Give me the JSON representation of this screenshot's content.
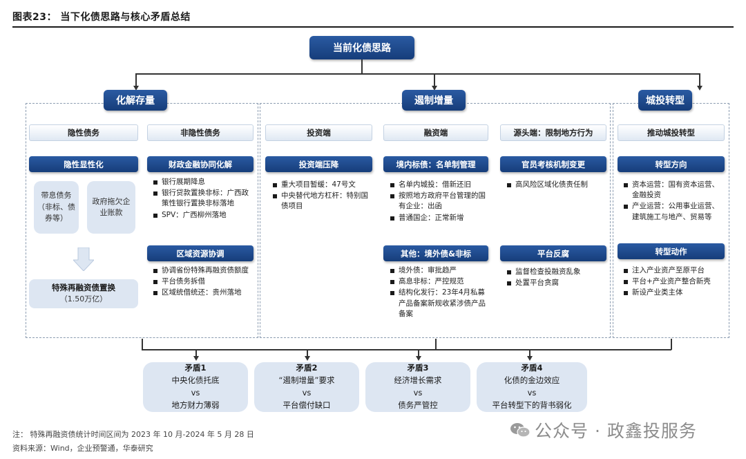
{
  "figure": {
    "title": "图表23：  当下化债思路与核心矛盾总结",
    "note": "注：  特殊再融资债统计时间区间为 2023 年 10 月-2024 年 5 月 28 日",
    "source": "资料来源：Wind，企业预警通，华泰研究",
    "watermark": "公众号 · 政鑫投服务"
  },
  "root": {
    "label": "当前化债思路"
  },
  "branches": {
    "resolve": {
      "label": "化解存量",
      "hidden": {
        "header": "隐性债务",
        "bar": "隐性显性化",
        "item1": "带息债务（非标、债券等）",
        "item2": "政府拖欠企业账款",
        "result_title": "特殊再融资债置换",
        "result_sub": "（1.50万亿）"
      },
      "nonhidden": {
        "header": "非隐性债务",
        "bar1": "财政金融协同化解",
        "list1": [
          "银行展期降息",
          "银行贷款置换非标：广西政策性银行置换非标落地",
          "SPV：广西柳州落地"
        ],
        "bar2": "区域资源协调",
        "list2": [
          "协调省份特殊再融资债额度",
          "平台债务拆借",
          "区域统借统还：贵州落地"
        ]
      }
    },
    "curb": {
      "label": "遏制增量",
      "invest": {
        "header": "投资端",
        "bar": "投资端压降",
        "list": [
          "重大项目暂缓：47号文",
          "中央替代地方杠杆：特别国债项目"
        ]
      },
      "finance": {
        "header": "融资端",
        "bar1": "境内标债：名单制管理",
        "list1": [
          "名单内城投：借新还旧",
          "按照地方政府平台管理的国有企业：出函",
          "普通国企：正常新增"
        ],
        "bar2": "其他：境外债&非标",
        "list2": [
          "境外债：审批趋严",
          "高息非标：严控规范",
          "结构化发行：23年4月私募产品备案新规收紧涉债产品备案"
        ]
      },
      "source_side": {
        "header": "源头端：限制地方行为",
        "bar1": "官员考核机制变更",
        "list1": [
          "高风险区域化债责任制"
        ],
        "bar2": "平台反腐",
        "list2": [
          "监督检查投融资乱象",
          "处置平台贪腐"
        ]
      }
    },
    "transform": {
      "label": "城投转型",
      "header": "推动城投转型",
      "bar1": "转型方向",
      "list1": [
        "资本运营：国有资本运营、金融投资",
        "产业运营：公用事业运营、建筑施工与地产、贸易等"
      ],
      "bar2": "转型动作",
      "list2": [
        "注入产业资产至原平台",
        "平台+产业资产整合新壳",
        "新设产业类主体"
      ]
    }
  },
  "contradictions": [
    {
      "title": "矛盾1",
      "line1": "中央化债托底",
      "vs": "vs",
      "line2": "地方财力薄弱"
    },
    {
      "title": "矛盾2",
      "line1": "“遏制增量”要求",
      "vs": "vs",
      "line2": "平台偿付缺口"
    },
    {
      "title": "矛盾3",
      "line1": "经济增长需求",
      "vs": "vs",
      "line2": "债务严管控"
    },
    {
      "title": "矛盾4",
      "line1": "化债的金边效应",
      "vs": "vs",
      "line2": "平台转型下的背书弱化"
    }
  ],
  "colors": {
    "navy": "#1f4e8c",
    "light_blue": "#dde6f2",
    "dash": "#8a9bb0"
  }
}
